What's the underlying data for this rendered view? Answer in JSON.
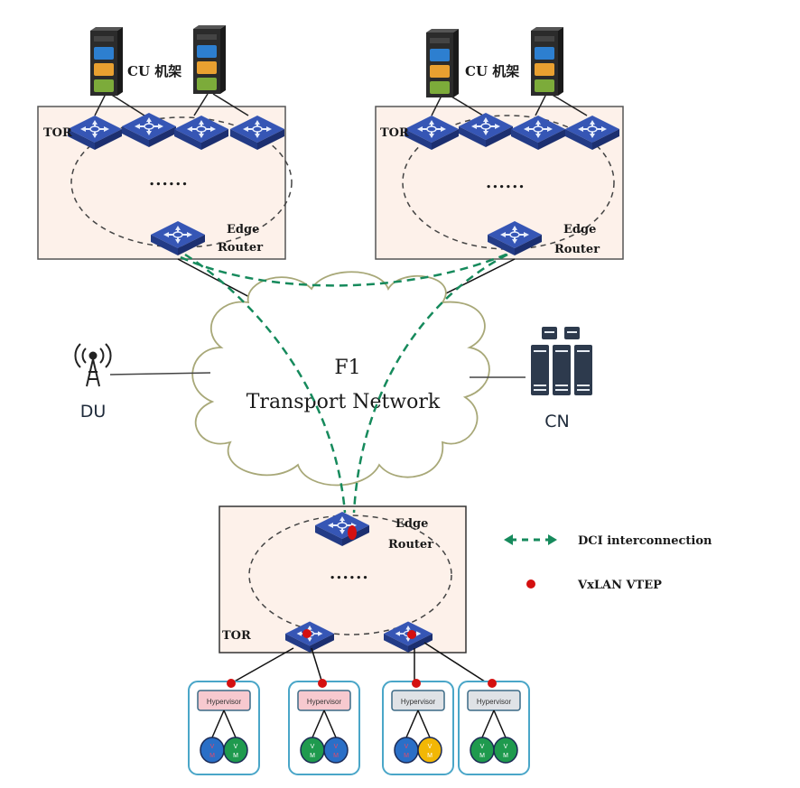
{
  "diagram": {
    "title": "",
    "datacenters": [
      {
        "id": "dc-left",
        "rack_label": "CU 机架",
        "tor_label": "TOR",
        "edge_label_1": "Edge",
        "edge_label_2": "Router",
        "dots": "......"
      },
      {
        "id": "dc-right",
        "rack_label": "CU 机架",
        "tor_label": "TOR",
        "edge_label_1": "Edge",
        "edge_label_2": "Router",
        "dots": "......"
      },
      {
        "id": "dc-bottom",
        "tor_label": "TOR",
        "edge_label_1": "Edge",
        "edge_label_2": "Router",
        "dots": "......"
      }
    ],
    "cloud": {
      "line1": "F1",
      "line2": "Transport Network"
    },
    "du": {
      "label": "DU"
    },
    "cn": {
      "label": "CN"
    },
    "hypervisors": [
      {
        "label": "Hypervisor",
        "color": "#f7c9cf",
        "vms": [
          {
            "color": "#2a6fc7",
            "text": "V M"
          },
          {
            "color": "#1f9a4e",
            "text": "V M"
          }
        ]
      },
      {
        "label": "Hypervisor",
        "color": "#f7c9cf",
        "vms": [
          {
            "color": "#1f9a4e",
            "text": "V M"
          },
          {
            "color": "#2a6fc7",
            "text": "V M"
          }
        ]
      },
      {
        "label": "Hypervisor",
        "color": "#dfe2e6",
        "vms": [
          {
            "color": "#2a6fc7",
            "text": "V M"
          },
          {
            "color": "#f2b705",
            "text": "V M"
          }
        ]
      },
      {
        "label": "Hypervisor",
        "color": "#dfe2e6",
        "vms": [
          {
            "color": "#1f9a4e",
            "text": "V M"
          },
          {
            "color": "#1f9a4e",
            "text": "V M"
          }
        ]
      }
    ],
    "legend": [
      {
        "type": "dci",
        "label": "DCI interconnection",
        "color": "#168a5c"
      },
      {
        "type": "vtep",
        "label": "VxLAN VTEP",
        "color": "#d41010"
      }
    ],
    "colors": {
      "box_fill": "#fdf1ea",
      "switch": "#2f4ea8",
      "dci": "#168a5c",
      "vtep": "#d41010",
      "cloud_stroke": "#a8a878"
    }
  }
}
